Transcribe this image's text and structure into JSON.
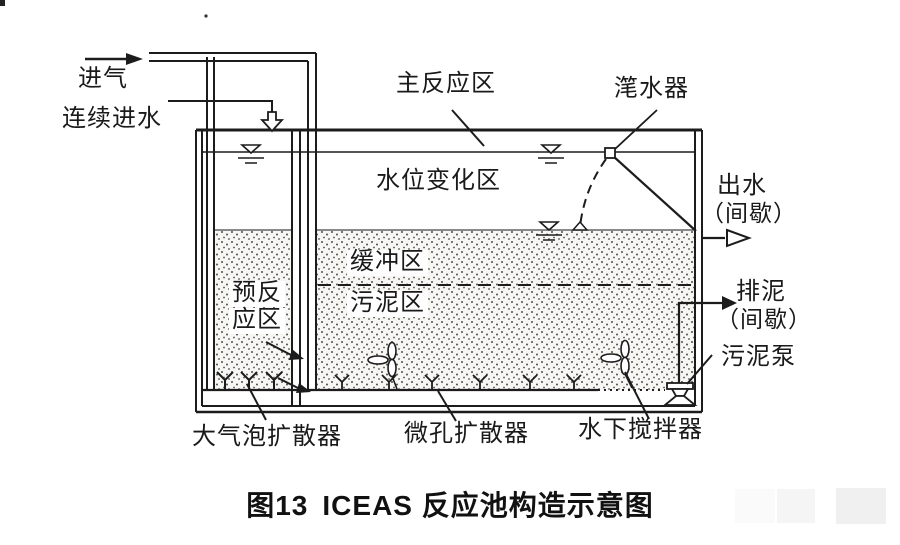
{
  "caption": {
    "number": "图13",
    "title": "ICEAS 反应池构造示意图"
  },
  "labels": {
    "air_inlet": "进气",
    "continuous_inflow": "连续进水",
    "main_reaction_zone": "主反应区",
    "decanter": "滗水器",
    "water_level_variation_zone": "水位变化区",
    "effluent": "出水",
    "effluent_mode": "（间歇）",
    "buffer_zone": "缓冲区",
    "sludge_zone": "污泥区",
    "pre_reaction_zone_line1": "预反",
    "pre_reaction_zone_line2": "应区",
    "sludge_discharge": "排泥",
    "sludge_discharge_mode": "（间歇）",
    "sludge_pump": "污泥泵",
    "coarse_bubble_diffuser": "大气泡扩散器",
    "fine_pore_diffuser": "微孔扩散器",
    "submersible_mixer": "水下搅拌器"
  },
  "colors": {
    "line": "#1c1c1c",
    "background": "#ffffff",
    "stipple_fill": "#f7f6f3",
    "stipple_dot": "#4d4d4d"
  }
}
